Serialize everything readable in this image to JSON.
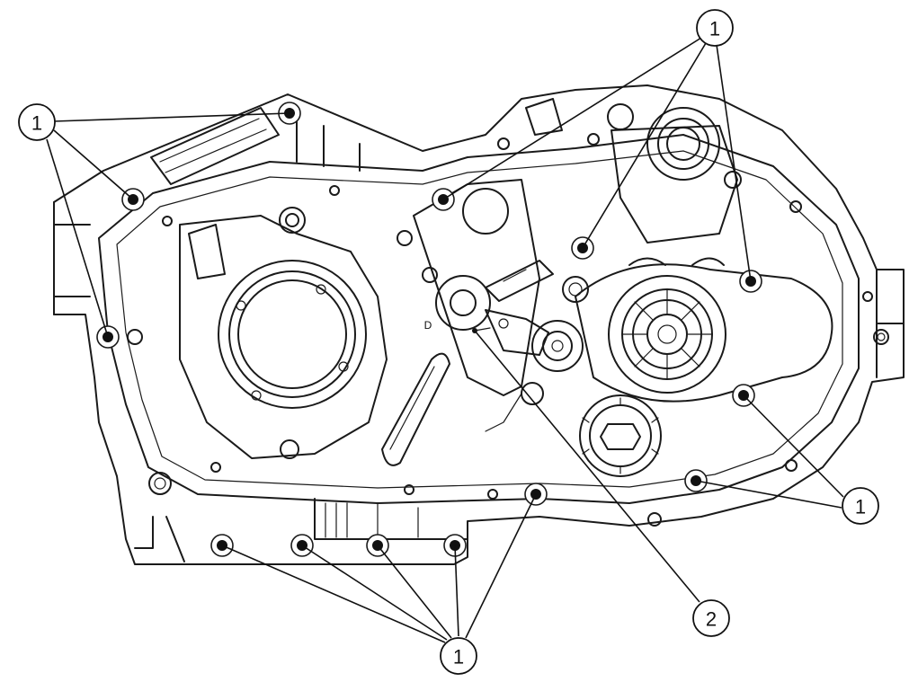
{
  "diagram": {
    "callouts": [
      {
        "label": "1"
      },
      {
        "label": "1"
      },
      {
        "label": "1"
      },
      {
        "label": "1"
      },
      {
        "label": "2"
      }
    ],
    "casting_letter": "D",
    "colors": {
      "line": "#1a1a1a",
      "bolt": "#111111",
      "background": "#ffffff"
    }
  }
}
